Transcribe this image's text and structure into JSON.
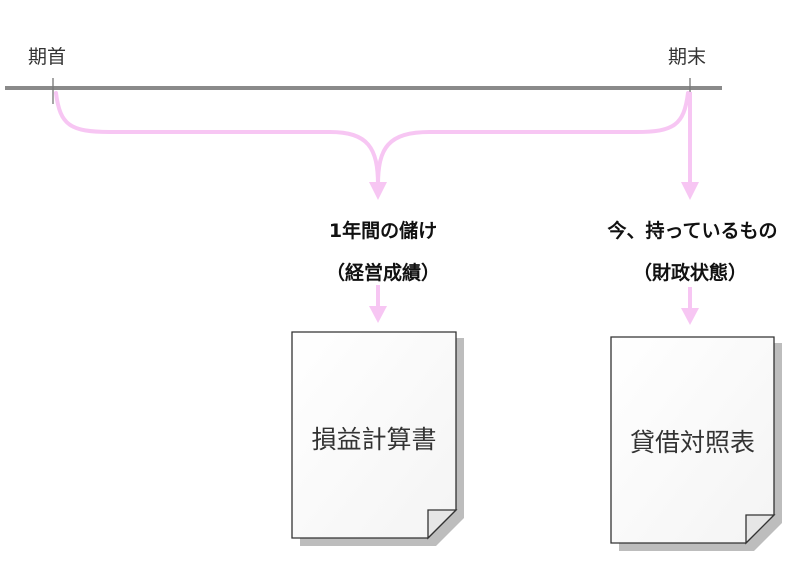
{
  "timeline": {
    "start_label": "期首",
    "end_label": "期末"
  },
  "left_branch": {
    "heading": "1年間の儲け",
    "subheading": "（経営成績）",
    "document": "損益計算書"
  },
  "right_branch": {
    "heading": "今、持っているもの",
    "subheading": "（財政状態）",
    "document": "貸借対照表"
  },
  "colors": {
    "timeline": "#8a8a8a",
    "connector": "#f7c6f3",
    "document_border": "#333333"
  }
}
